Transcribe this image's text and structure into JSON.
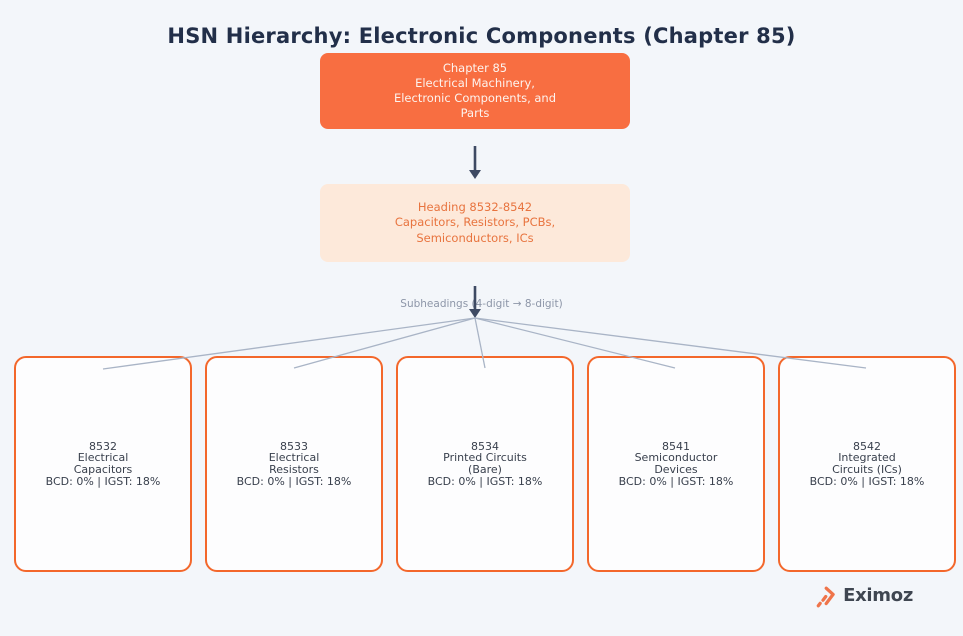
{
  "title": "HSN Hierarchy: Electronic Components (Chapter 85)",
  "chapter_box": {
    "lines": [
      "Chapter 85",
      "Electrical Machinery,",
      "Electronic Components, and",
      "Parts"
    ]
  },
  "heading_box": {
    "lines": [
      "Heading 8532-8542",
      "Capacitors, Resistors, PCBs,",
      "Semiconductors, ICs"
    ]
  },
  "subheadings": {
    "label": "Subheadings (4-digit → 8-digit)",
    "boxes": [
      {
        "code": "8532",
        "name_lines": [
          "Electrical",
          "Capacitors"
        ],
        "rates": "BCD: 0% | IGST: 18%"
      },
      {
        "code": "8533",
        "name_lines": [
          "Electrical",
          "Resistors"
        ],
        "rates": "BCD: 0% | IGST: 18%"
      },
      {
        "code": "8534",
        "name_lines": [
          "Printed Circuits",
          "(Bare)"
        ],
        "rates": "BCD: 0% | IGST: 18%"
      },
      {
        "code": "8541",
        "name_lines": [
          "Semiconductor",
          "Devices"
        ],
        "rates": "BCD: 0% | IGST: 18%"
      },
      {
        "code": "8542",
        "name_lines": [
          "Integrated",
          "Circuits (ICs)"
        ],
        "rates": "BCD: 0% | IGST: 18%"
      }
    ]
  },
  "logo": {
    "text": "Eximoz",
    "icon": "growth-arrow-icon"
  },
  "colors": {
    "background": "#f3f6fa",
    "chapter_box_fill": "#f86e41",
    "chapter_box_text": "#fdf3ee",
    "heading_box_fill": "#fde9da",
    "heading_box_text": "#e8743f",
    "sub_box_border": "#f3672b",
    "sub_box_fill": "#fdfdfe",
    "sub_box_text": "#39404d",
    "title_text": "#222f49",
    "sub_label_text": "#8d96a8",
    "arrow": "#3e4a63",
    "connector": "#a9b4c6",
    "logo_icon": "#ef744a",
    "logo_text": "#3f4651"
  }
}
